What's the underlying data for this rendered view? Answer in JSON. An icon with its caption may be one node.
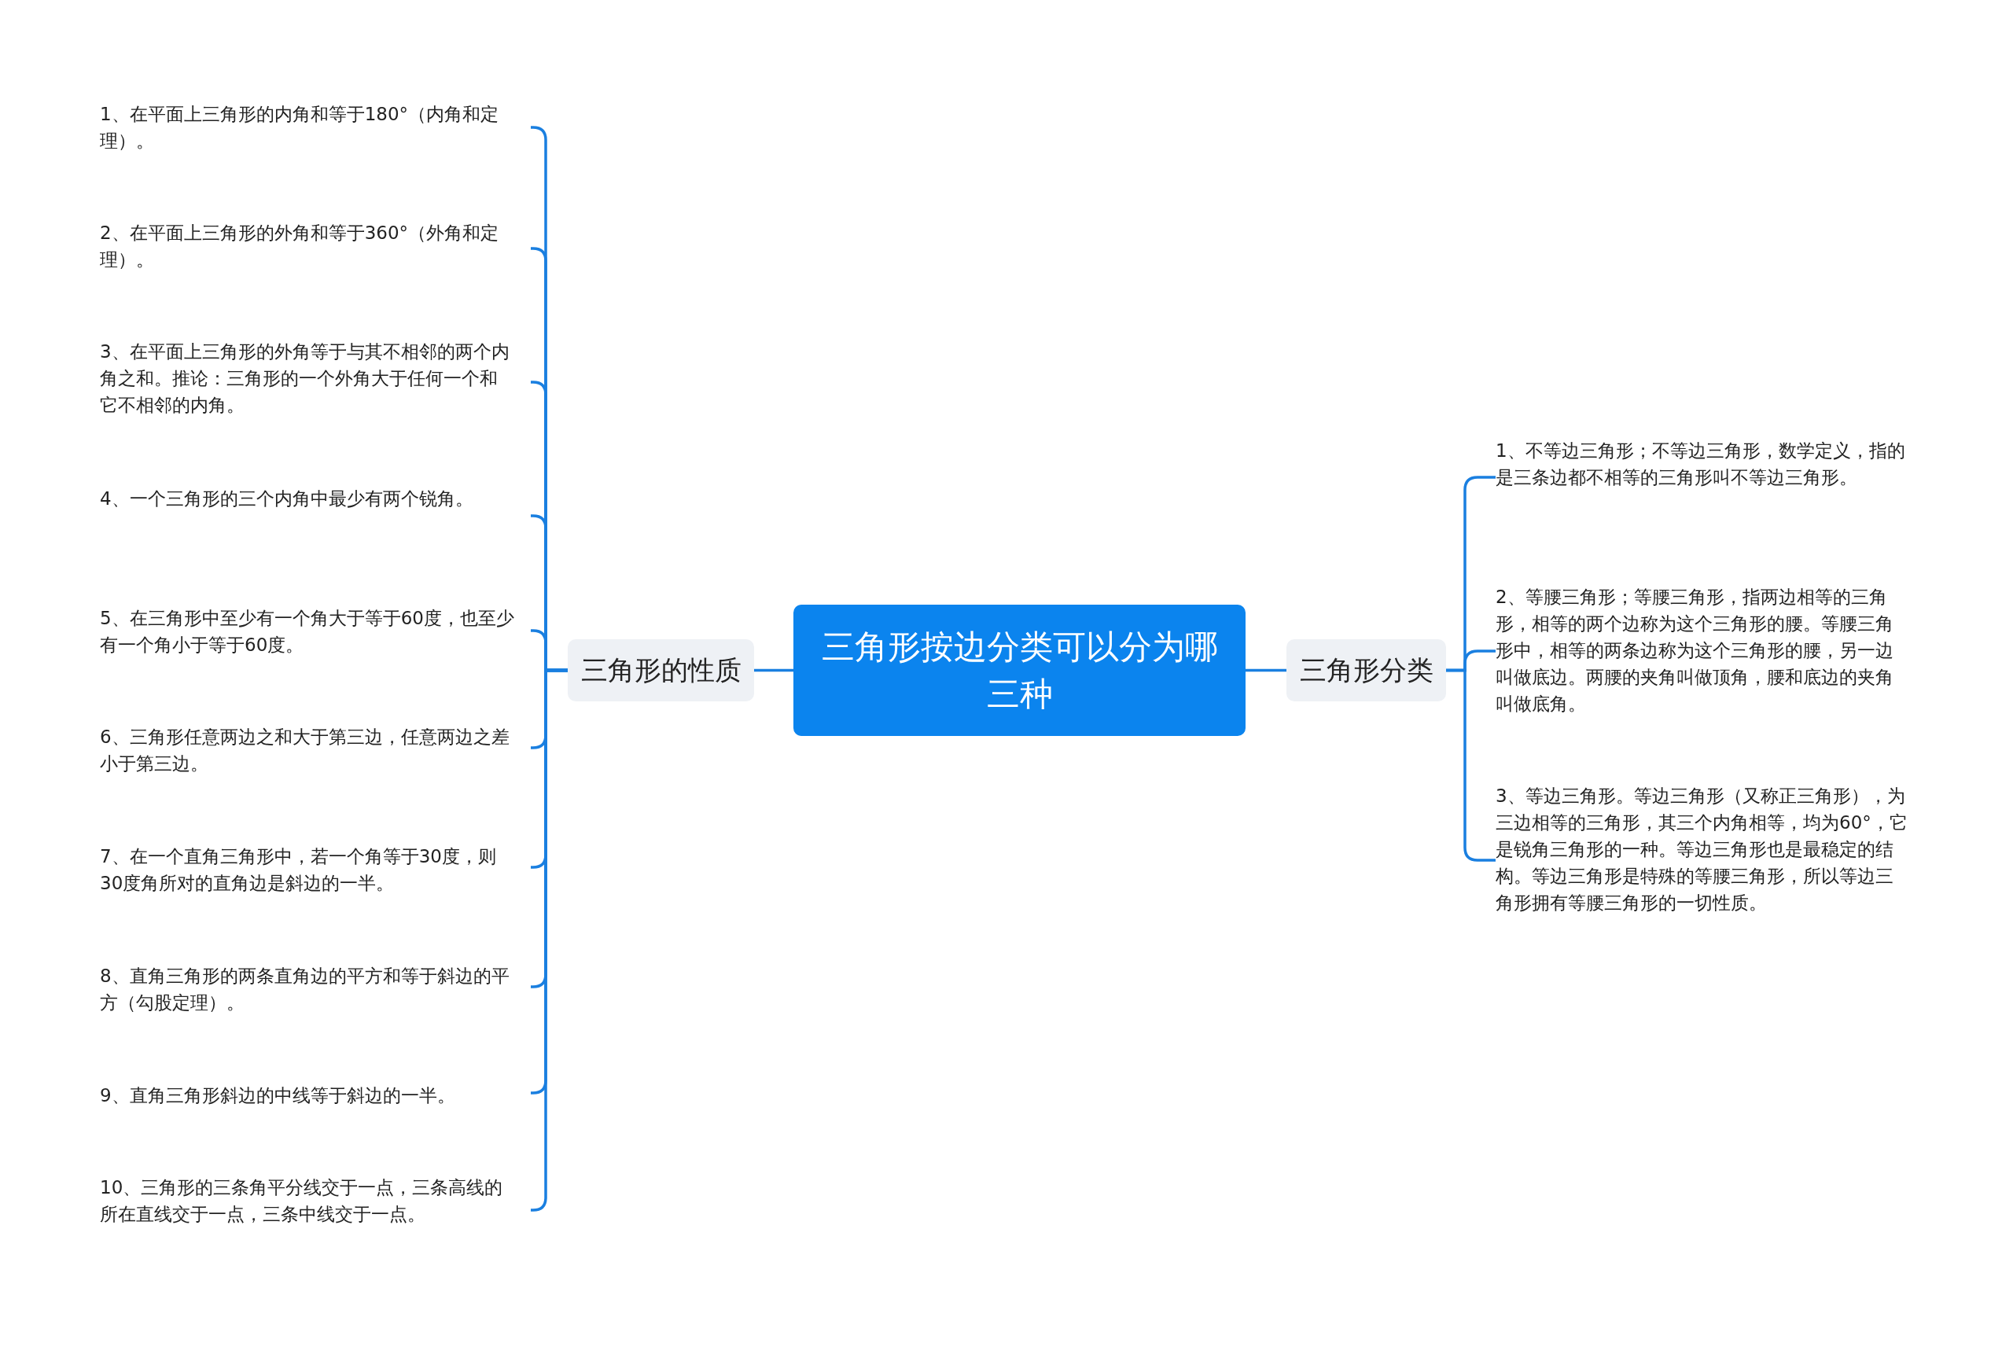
{
  "diagram": {
    "nodes": [
      {
        "text": [
          "三角形按边分类可以分为哪三种"
        ]
      },
      {
        "text": [
          "三角形的性质"
        ]
      },
      {
        "text": [
          "三角形分类"
        ]
      },
      {
        "text": [
          "1、在平面上三角形的内角和等于180°（内角和定理）。"
        ]
      },
      {
        "text": [
          "2、在平面上三角形的外角和等于360°（外角和定理）。"
        ]
      },
      {
        "text": [
          "3、在平面上三角形的外角等于与其不相邻的两个内角之和。推论：三角形的一个外角大于任何一个和它不相邻的内角。"
        ]
      },
      {
        "text": [
          "4、一个三角形的三个内角中最少有两个锐角。"
        ]
      },
      {
        "text": [
          "5、在三角形中至少有一个角大于等于60度，也至少有一个角小于等于60度。"
        ]
      },
      {
        "text": [
          "6、三角形任意两边之和大于第三边，任意两边之差小于第三边。"
        ]
      },
      {
        "text": [
          "7、在一个直角三角形中，若一个角等于30度，则30度角所对的直角边是斜边的一半。"
        ]
      },
      {
        "text": [
          "8、直角三角形的两条直角边的平方和等于斜边的平方（勾股定理）。"
        ]
      },
      {
        "text": [
          "9、直角三角形斜边的中线等于斜边的一半。"
        ]
      },
      {
        "text": [
          "10、三角形的三条角平分线交于一点，三条高线的所在直线交于一点，三条中线交于一点。"
        ]
      },
      {
        "text": [
          "1、不等边三角形；不等边三角形，数学定义，指的是三条边都不相等的三角形叫不等边三角形。"
        ]
      },
      {
        "text": [
          "2、等腰三角形；等腰三角形，指两边相等的三角形，相等的两个边称为这个三角形的腰。等腰三角形中，相等的两条边称为这个三角形的腰，另一边叫做底边。两腰的夹角叫做顶角，腰和底边的夹角叫做底角。"
        ]
      },
      {
        "text": [
          "3、等边三角形。等边三角形（又称正三角形），为三边相等的三角形，其三个内角相等，均为60°，它是锐角三角形的一种。等边三角形也是最稳定的结构。等边三角形是特殊的等腰三角形，所以等边三角形拥有等腰三角形的一切性质。"
        ]
      }
    ],
    "edges": [
      {
        "from": 0,
        "to": 1,
        "arrow": "none"
      },
      {
        "from": 0,
        "to": 2,
        "arrow": "none"
      },
      {
        "from": 1,
        "to": 3,
        "arrow": "none"
      },
      {
        "from": 1,
        "to": 4,
        "arrow": "none"
      },
      {
        "from": 1,
        "to": 5,
        "arrow": "none"
      },
      {
        "from": 1,
        "to": 6,
        "arrow": "none"
      },
      {
        "from": 1,
        "to": 7,
        "arrow": "none"
      },
      {
        "from": 1,
        "to": 8,
        "arrow": "none"
      },
      {
        "from": 1,
        "to": 9,
        "arrow": "none"
      },
      {
        "from": 1,
        "to": 10,
        "arrow": "none"
      },
      {
        "from": 1,
        "to": 11,
        "arrow": "none"
      },
      {
        "from": 1,
        "to": 12,
        "arrow": "none"
      },
      {
        "from": 2,
        "to": 13,
        "arrow": "none"
      },
      {
        "from": 2,
        "to": 14,
        "arrow": "none"
      },
      {
        "from": 2,
        "to": 15,
        "arrow": "none"
      }
    ]
  }
}
